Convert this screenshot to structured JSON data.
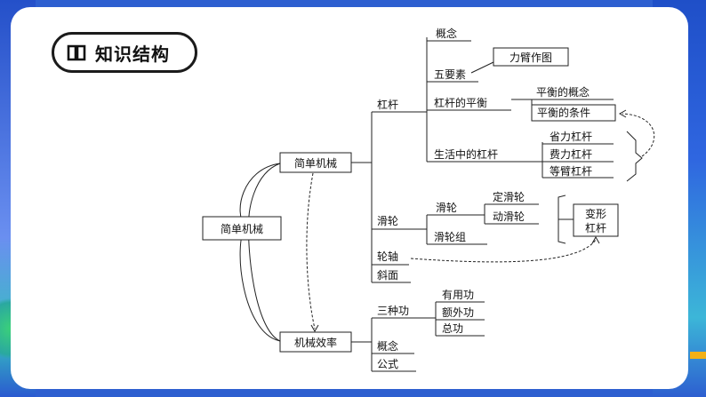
{
  "header": {
    "title": "知识结构",
    "icon": "book-open-icon"
  },
  "diagram": {
    "root": "简单机械",
    "simple_machines": {
      "label": "简单机械",
      "lever": {
        "label": "杠杆",
        "concept": "概念",
        "five_elements": "五要素",
        "arm_diagram": "力臂作图",
        "balance": "杠杆的平衡",
        "balance_concept": "平衡的概念",
        "balance_condition": "平衡的条件",
        "in_life": "生活中的杠杆",
        "effort_saving": "省力杠杆",
        "effort_costing": "费力杠杆",
        "equal_arm": "等臂杠杆"
      },
      "pulley": {
        "label": "滑轮",
        "pulley": "滑轮",
        "fixed": "定滑轮",
        "movable": "动滑轮",
        "pulley_block": "滑轮组"
      },
      "variant_lever": "变形\n杠杆",
      "variant_lever_l1": "变形",
      "variant_lever_l2": "杠杆",
      "wheel_axle": "轮轴",
      "incline": "斜面"
    },
    "efficiency": {
      "label": "机械效率",
      "three_works": "三种功",
      "useful": "有用功",
      "extra": "额外功",
      "total": "总功",
      "concept": "概念",
      "formula": "公式"
    }
  },
  "colors": {
    "background": "#2d5fd0",
    "card": "#ffffff",
    "accent": "#f2b017"
  }
}
